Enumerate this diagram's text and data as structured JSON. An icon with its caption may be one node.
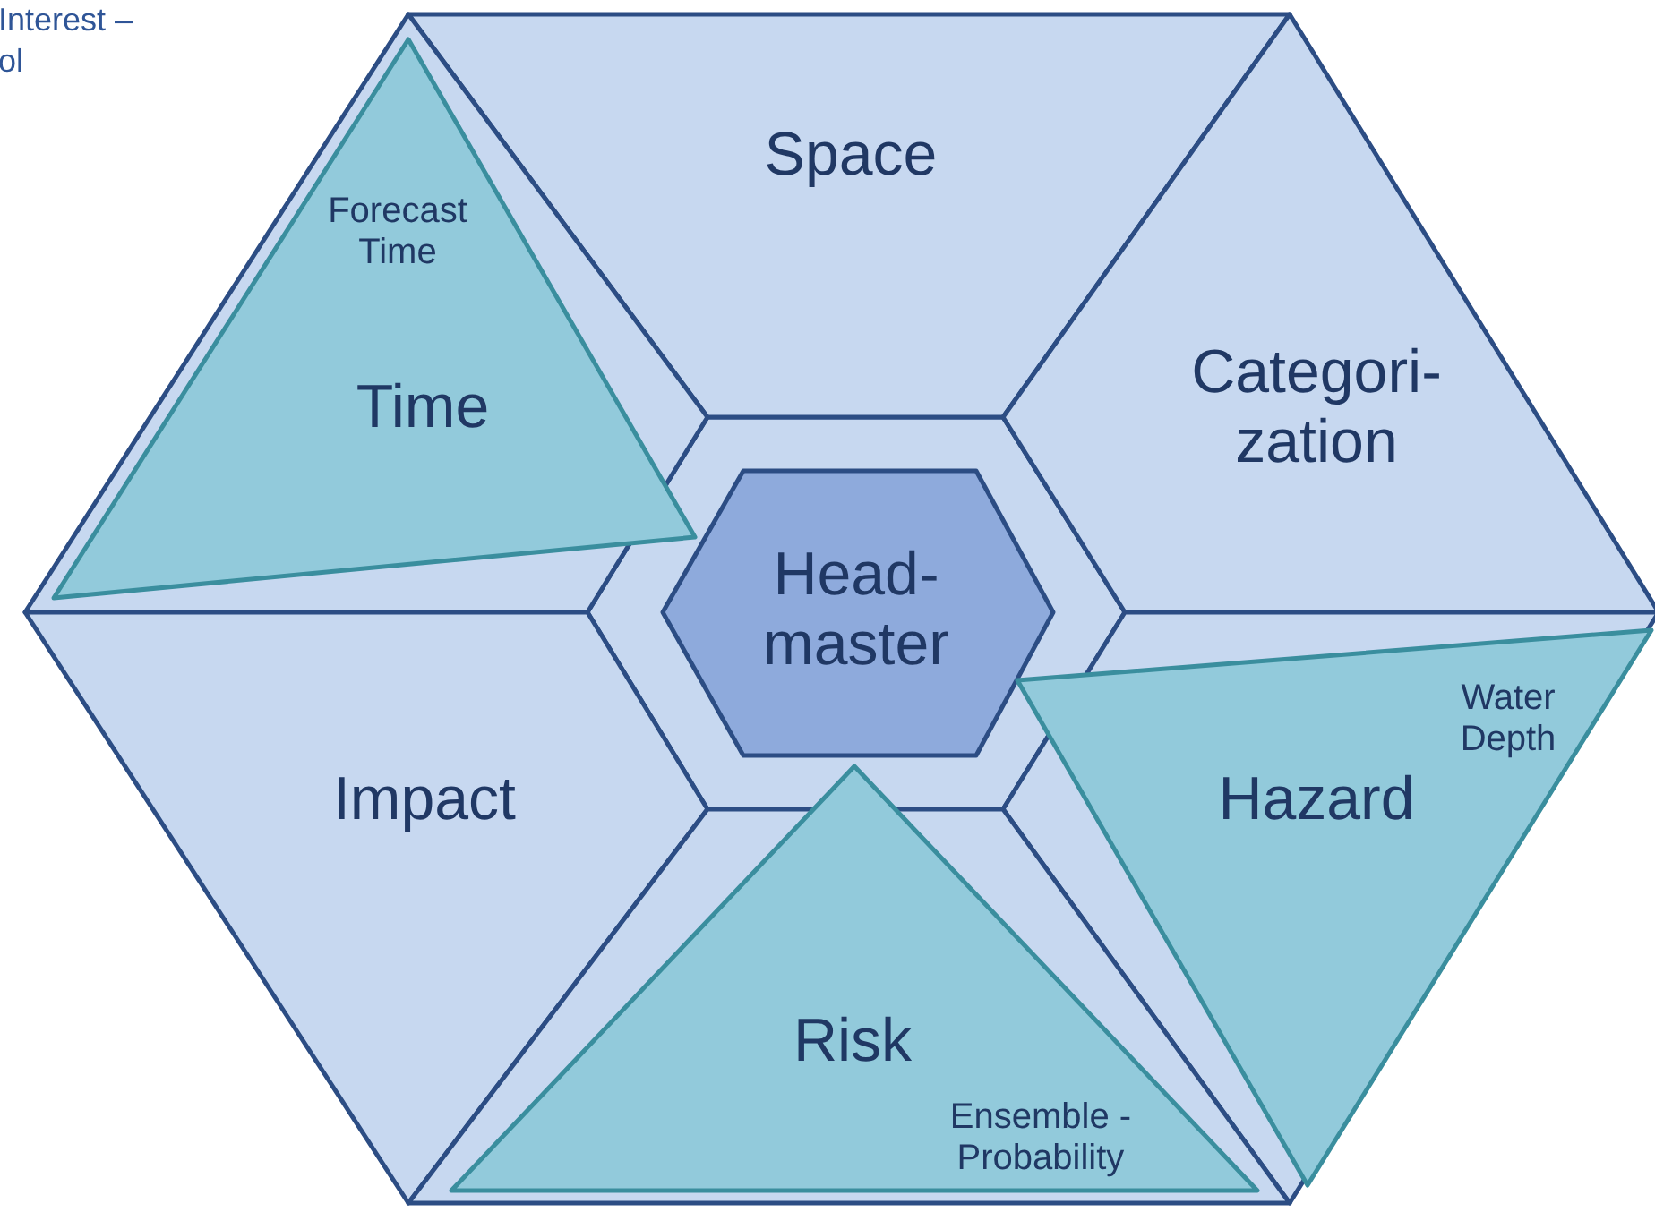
{
  "diagram": {
    "nodes": [
      {
        "text": [
          "Space"
        ]
      },
      {
        "text": [],
        "shape": "trapezoid"
      },
      {
        "text": [
          "Forecast Time",
          "Time"
        ]
      },
      {
        "text": [
          "Categori- zation"
        ]
      },
      {
        "text": [
          "Head- master"
        ]
      },
      {
        "text": [
          "Impact"
        ]
      },
      {
        "text": [],
        "shape": "trapezoid"
      },
      {
        "text": [
          "Water Depth",
          "Hazard"
        ]
      },
      {
        "text": [],
        "shape": "trapezoid"
      },
      {
        "text": [
          "Risk",
          "Ensemble - Probability"
        ]
      }
    ],
    "labels": [
      "Interest – ol"
    ]
  }
}
